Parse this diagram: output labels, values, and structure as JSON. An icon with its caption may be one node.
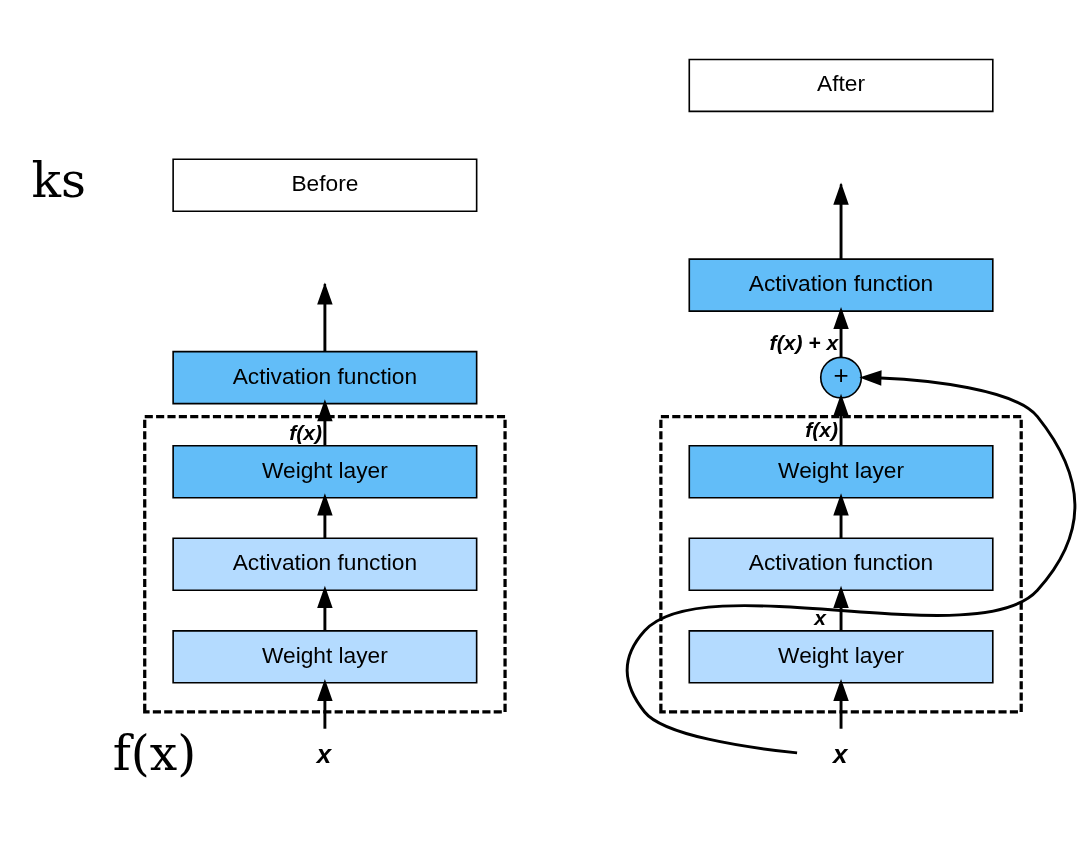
{
  "diagram": {
    "nodes": [
      {
        "text": [
          "Before"
        ]
      },
      {
        "text": [
          "After"
        ]
      },
      {
        "text": [
          "Activation function"
        ]
      },
      {
        "text": [],
        "shape": "box"
      },
      {
        "text": [
          "Weight layer"
        ],
        "in": 3
      },
      {
        "text": [
          "Activation function"
        ],
        "in": 3
      },
      {
        "text": [
          "Weight layer"
        ],
        "in": 3
      },
      {
        "text": [
          "x"
        ]
      },
      {
        "text": [
          "Activation function"
        ]
      },
      {
        "text": [
          "+"
        ]
      },
      {
        "text": [],
        "shape": "box"
      },
      {
        "text": [
          "Weight layer"
        ],
        "in": 10
      },
      {
        "text": [
          "Activation function"
        ],
        "in": 10
      },
      {
        "text": [
          "Weight layer"
        ],
        "in": 10
      },
      {
        "text": [
          "x"
        ]
      }
    ],
    "edges": [
      {
        "from": 2,
        "to": null,
        "arrow": "to"
      },
      {
        "from": 4,
        "to": 2,
        "arrow": "to",
        "label": "f(x)"
      },
      {
        "from": 5,
        "to": 4,
        "arrow": "to"
      },
      {
        "from": 6,
        "to": 5,
        "arrow": "to"
      },
      {
        "from": 7,
        "to": 6,
        "arrow": "to"
      },
      {
        "from": 8,
        "to": null,
        "arrow": "to"
      },
      {
        "from": 9,
        "to": 8,
        "arrow": "to",
        "label": "f(x) + x"
      },
      {
        "from": 11,
        "to": 9,
        "arrow": "to",
        "label": "f(x)"
      },
      {
        "from": 12,
        "to": 11,
        "arrow": "to"
      },
      {
        "from": 13,
        "to": 12,
        "arrow": "to"
      },
      {
        "from": 14,
        "to": 13,
        "arrow": "to"
      },
      {
        "from": 14,
        "to": 9,
        "arrow": "to",
        "label": "x"
      }
    ],
    "labels": [
      "ks",
      "f(x)"
    ]
  }
}
